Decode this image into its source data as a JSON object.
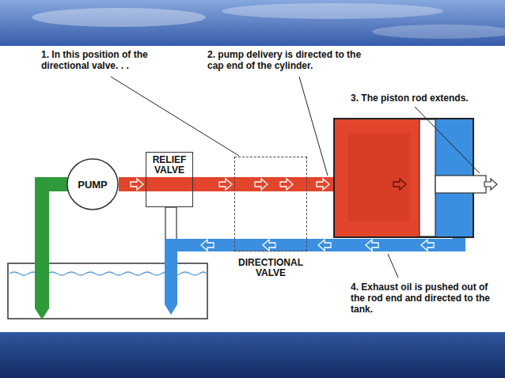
{
  "diagram": {
    "nodes": [
      {
        "text": [
          "PUMP"
        ]
      },
      {
        "text": [
          "RELIEF VALVE"
        ]
      },
      {
        "text": [
          "DIRECTIONAL VALVE"
        ]
      }
    ],
    "edges": [
      {
        "from": 0,
        "to": 1,
        "arrow": "to"
      },
      {
        "from": 1,
        "to": 2,
        "arrow": "to"
      }
    ],
    "labels": [
      "1. In this position of the directional valve. . .",
      "2. pump delivery is directed to the cap end of the cylinder.",
      "3. The piston rod extends.",
      "4. Exhaust oil is pushed out of the rod end and directed to the tank."
    ]
  }
}
